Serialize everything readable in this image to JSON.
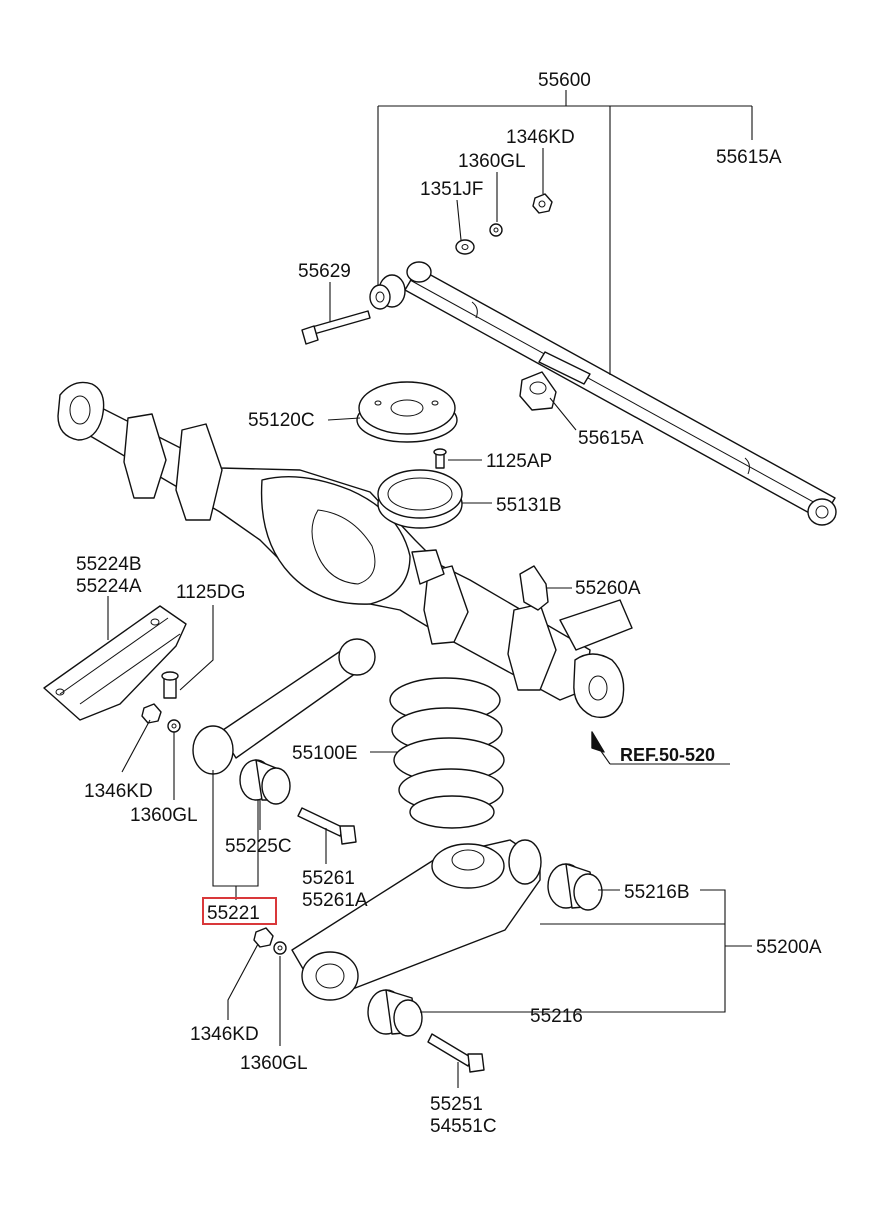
{
  "labels": {
    "p55600": "55600",
    "p1346KD_top": "1346KD",
    "p55615A_top": "55615A",
    "p1360GL_top": "1360GL",
    "p1351JF": "1351JF",
    "p55629": "55629",
    "p55120C": "55120C",
    "p55615A_mid": "55615A",
    "p1125AP": "1125AP",
    "p55131B": "55131B",
    "p55224B": "55224B",
    "p55224A": "55224A",
    "p1125DG": "1125DG",
    "p55260A": "55260A",
    "p55100E": "55100E",
    "ref": "REF.50-520",
    "p1346KD_left": "1346KD",
    "p1360GL_left": "1360GL",
    "p55225C": "55225C",
    "p55261": "55261",
    "p55261A": "55261A",
    "p55216B": "55216B",
    "p55221": "55221",
    "p55200A": "55200A",
    "p55216": "55216",
    "p1346KD_bottom": "1346KD",
    "p1360GL_bottom": "1360GL",
    "p55251": "55251",
    "p54551C": "54551C"
  },
  "highlight": {
    "part": "55221",
    "color": "#d9383a"
  }
}
